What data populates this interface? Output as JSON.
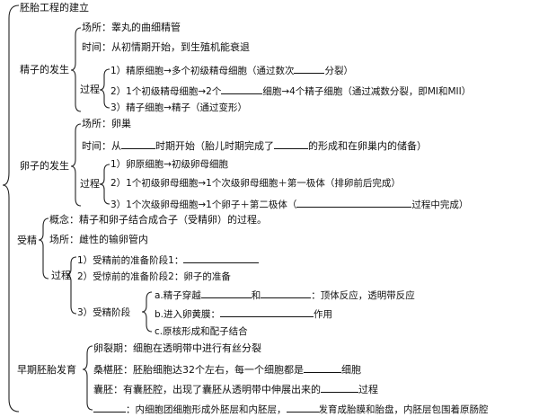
{
  "title": "胚胎工程的建立",
  "sperm": {
    "heading": "精子的发生",
    "place": "场所：睾丸的曲细精管",
    "time": "时间：从初情期开始，到生殖机能衰退",
    "process_label": "过程",
    "steps": [
      {
        "before": "1）精原细胞→多个初级精母细胞（通过数次",
        "after": "分裂）"
      },
      {
        "before": "2）1个初级精母细胞→2个",
        "after": "细胞→4个精子细胞（通过减数分裂，即MI和MII）"
      },
      {
        "before": "3）精子细胞→精子（通过变形）",
        "after": ""
      }
    ]
  },
  "egg": {
    "heading": "卵子的发生",
    "place": "场所：卵巢",
    "time_before": "时间：从",
    "time_middle": "时期开始（胎儿时期完成了",
    "time_after": "的形成和在卵巢内的储备）",
    "process_label": "过程",
    "steps": [
      {
        "before": "1）卵原细胞→初级卵母细胞",
        "after": ""
      },
      {
        "before": "2）1个初级卵母细胞→1个次级卵母细胞＋第一极体（排卵前后完成）",
        "after": ""
      },
      {
        "before": "3）1个次级卵母细胞→1个卵子＋第二极体（",
        "after": "过程中完成）"
      }
    ]
  },
  "fertilization": {
    "heading": "受精",
    "concept": "概念：精子和卵子结合成合子（受精卵）的过程。",
    "place": "场所：雌性的输卵管内",
    "process_label": "过程",
    "steps": [
      {
        "before": "1）受精前的准备阶段1：",
        "after": ""
      },
      {
        "before": "2）受惊前的准备阶段2：卵子的准备",
        "after": ""
      }
    ],
    "stage_label": "3）受精阶段",
    "stages": [
      {
        "before": "a.精子穿越",
        "middle": "和",
        "after": "：顶体反应，透明带反应"
      },
      {
        "before": "b.进入卵黄膜：",
        "after": "作用"
      },
      {
        "before": "c.原核形成和配子结合",
        "after": ""
      }
    ]
  },
  "embryo": {
    "heading": "早期胚胎发育",
    "lines": [
      {
        "before": "卵裂期：细胞在透明带中进行有丝分裂",
        "after": ""
      },
      {
        "before": "桑椹胚：胚胎细胞达32个左右，每一个细胞都是",
        "after": "细胞"
      },
      {
        "before": "囊胚：有囊胚腔，出现了囊胚从透明带中伸展出来的",
        "after": "过程"
      },
      {
        "before": "",
        "middle": "：内细胞团细胞形成外胚层和内胚层，",
        "after": "发育成胎膜和胎盘，内胚层包围着原肠腔"
      }
    ]
  }
}
